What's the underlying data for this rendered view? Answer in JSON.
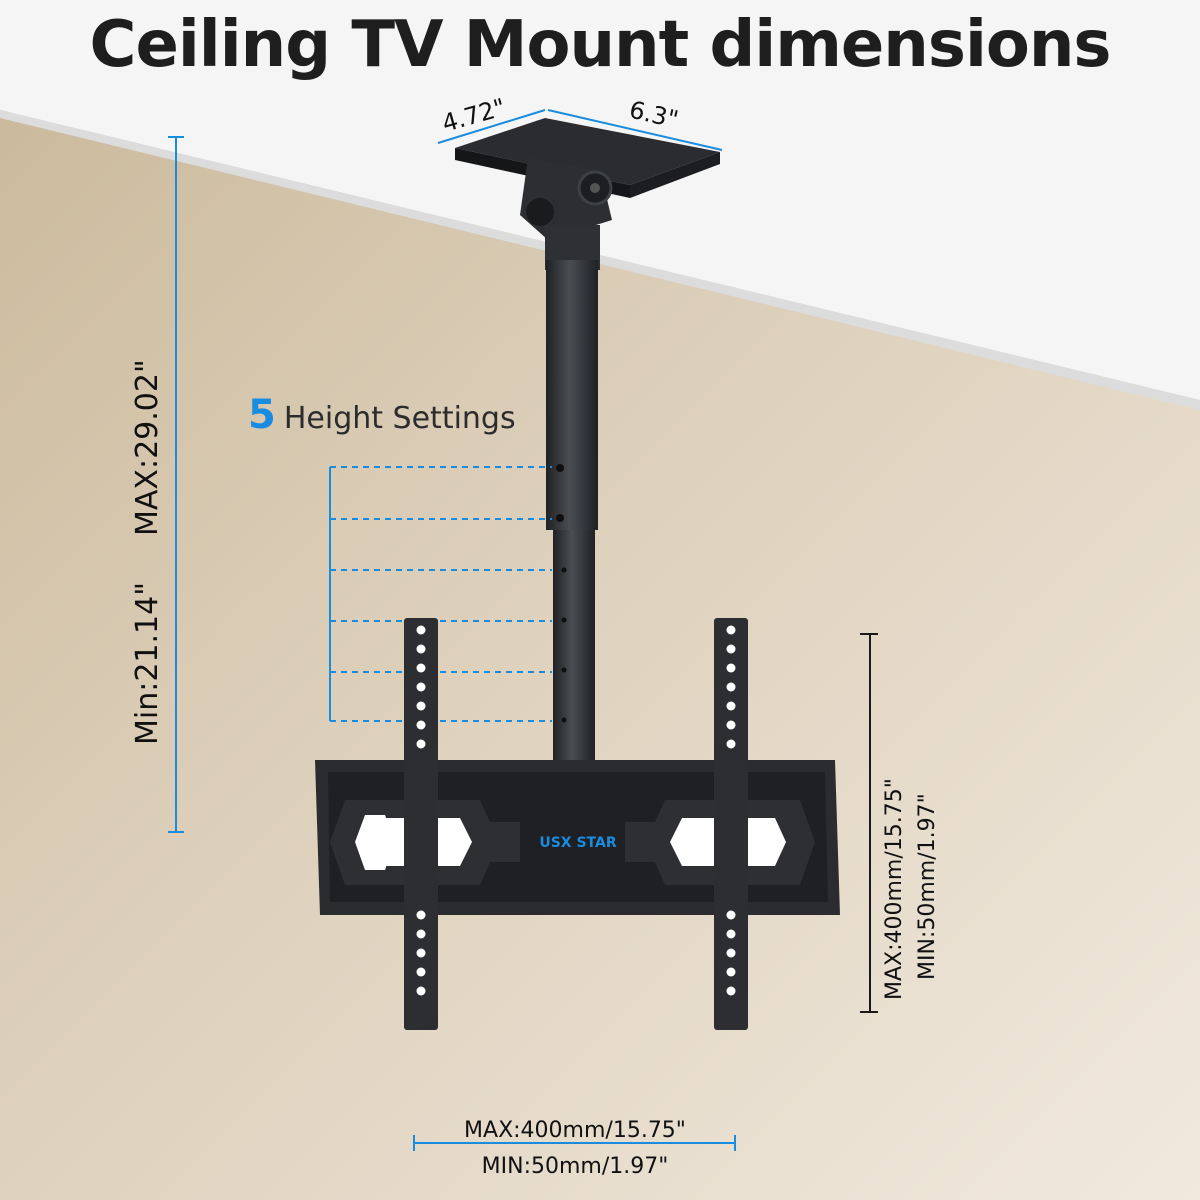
{
  "title": "Ceiling TV Mount dimensions",
  "height_settings": {
    "count": "5",
    "label": "Height Settings"
  },
  "ceiling_plate": {
    "depth": "4.72\"",
    "width": "6.3\""
  },
  "pole_height": {
    "max": "MAX:29.02\"",
    "min": "Min:21.14\""
  },
  "vesa_vertical": {
    "max": "MAX:400mm/15.75\"",
    "min": "MIN:50mm/1.97\""
  },
  "vesa_horizontal": {
    "max": "MAX:400mm/15.75\"",
    "min": "MIN:50mm/1.97\""
  },
  "brand": "USX STAR",
  "colors": {
    "accent": "#1a8ce0",
    "mount": "#2b2d30",
    "wall": "#efe5d6",
    "ceiling": "#f4f4f4"
  }
}
